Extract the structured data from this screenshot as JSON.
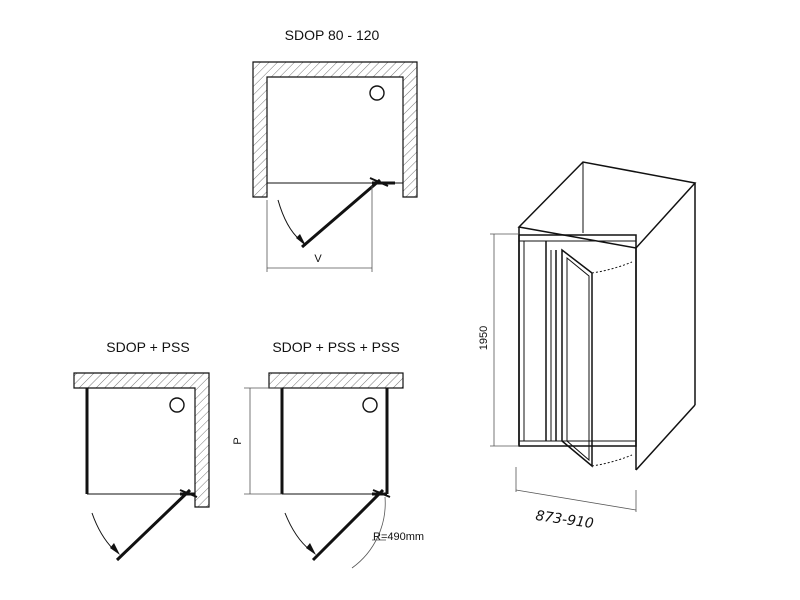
{
  "diagrams": {
    "top": {
      "title": "SDOP 80 - 120",
      "width_label": "V"
    },
    "bottom_left": {
      "title": "SDOP + PSS"
    },
    "bottom_middle": {
      "title": "SDOP + PSS + PSS",
      "depth_label": "P",
      "radius_label": "R=490mm"
    },
    "isometric": {
      "height_label": "1950",
      "width_label": "873-910"
    }
  },
  "colors": {
    "line": "#111111",
    "hatch": "#777777",
    "wall_fill": "#ffffff",
    "dim": "#555555"
  }
}
